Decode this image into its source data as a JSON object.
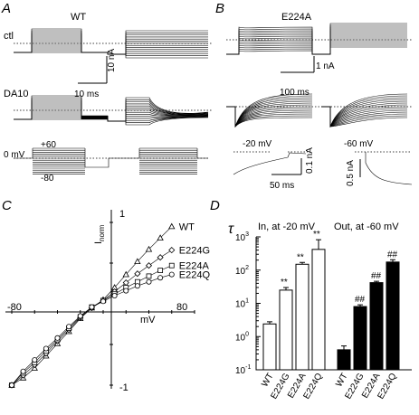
{
  "panels": {
    "A": {
      "letter": "A",
      "title": "WT",
      "row1_label": "ctl",
      "row2_label": "DA10",
      "scale_current": "10 nA",
      "scale_time": "10 ms",
      "protocol": {
        "zero_label": "0 mV",
        "top_label": "+60",
        "bottom_label": "-80"
      }
    },
    "B": {
      "letter": "B",
      "title": "E224A",
      "scale_current": "1 nA",
      "scale_time": "100 ms",
      "inset_left": {
        "label": "-20 mV",
        "scale_current": "0.1 nA",
        "scale_time": "50 ms"
      },
      "inset_right": {
        "label": "-60 mV",
        "scale_current": "0.5 nA"
      }
    },
    "C": {
      "letter": "C",
      "y_top": "1",
      "y_bottom": "-1",
      "x_left": "-80",
      "x_right": "80",
      "x_label": "mV",
      "y_label_main": "I",
      "y_label_sub": "norm"
    },
    "D": {
      "letter": "D",
      "tau_symbol": "τ",
      "group_in_label": "In, at -20 mV",
      "group_out_label": "Out, at -60 mV",
      "y_ticks": [
        {
          "base": "10",
          "exp": "-1"
        },
        {
          "base": "10",
          "exp": "0"
        },
        {
          "base": "10",
          "exp": "1"
        },
        {
          "base": "10",
          "exp": "2"
        },
        {
          "base": "10",
          "exp": "3"
        }
      ]
    }
  },
  "iv_curves": {
    "x_range": [
      -80,
      80
    ],
    "y_range": [
      -1,
      1
    ],
    "series": [
      {
        "name": "WT",
        "marker": "triangle",
        "points": [
          [
            -80,
            -1.0
          ],
          [
            -70,
            -0.91
          ],
          [
            -60,
            -0.79
          ],
          [
            -50,
            -0.64
          ],
          [
            -40,
            -0.49
          ],
          [
            -30,
            -0.34
          ],
          [
            -20,
            -0.18
          ],
          [
            -10,
            -0.05
          ],
          [
            0,
            0.05
          ],
          [
            10,
            0.2
          ],
          [
            20,
            0.36
          ],
          [
            30,
            0.52
          ],
          [
            40,
            0.67
          ],
          [
            50,
            0.81
          ],
          [
            60,
            0.95
          ]
        ]
      },
      {
        "name": "E224G",
        "marker": "diamond",
        "points": [
          [
            -80,
            -1.0
          ],
          [
            -70,
            -0.88
          ],
          [
            -60,
            -0.75
          ],
          [
            -50,
            -0.61
          ],
          [
            -40,
            -0.46
          ],
          [
            -30,
            -0.32
          ],
          [
            -20,
            -0.17
          ],
          [
            -10,
            -0.05
          ],
          [
            0,
            0.04
          ],
          [
            10,
            0.15
          ],
          [
            20,
            0.26
          ],
          [
            30,
            0.37
          ],
          [
            40,
            0.47
          ],
          [
            50,
            0.57
          ],
          [
            60,
            0.66
          ]
        ]
      },
      {
        "name": "E224A",
        "marker": "square",
        "points": [
          [
            -80,
            -1.0
          ],
          [
            -70,
            -0.85
          ],
          [
            -60,
            -0.72
          ],
          [
            -50,
            -0.58
          ],
          [
            -40,
            -0.44
          ],
          [
            -30,
            -0.3
          ],
          [
            -20,
            -0.16
          ],
          [
            -10,
            -0.04
          ],
          [
            0,
            0.04
          ],
          [
            10,
            0.12
          ],
          [
            20,
            0.2
          ],
          [
            30,
            0.27
          ],
          [
            40,
            0.34
          ],
          [
            50,
            0.41
          ],
          [
            60,
            0.47
          ]
        ]
      },
      {
        "name": "E224Q",
        "marker": "circle",
        "points": [
          [
            -80,
            -1.0
          ],
          [
            -70,
            -0.83
          ],
          [
            -60,
            -0.69
          ],
          [
            -50,
            -0.55
          ],
          [
            -40,
            -0.42
          ],
          [
            -30,
            -0.28
          ],
          [
            -20,
            -0.15
          ],
          [
            -10,
            -0.04
          ],
          [
            0,
            0.03
          ],
          [
            10,
            0.1
          ],
          [
            20,
            0.16
          ],
          [
            30,
            0.22
          ],
          [
            40,
            0.27
          ],
          [
            50,
            0.32
          ],
          [
            60,
            0.36
          ]
        ]
      }
    ]
  },
  "chart_data": {
    "type": "bar",
    "y_scale": "log",
    "ylim": [
      0.1,
      1000
    ],
    "groups": [
      {
        "name": "In, at -20 mV",
        "fill": "#ffffff",
        "categories": [
          "WT",
          "E224G",
          "E224A",
          "E224Q"
        ],
        "values": [
          2.4,
          25,
          150,
          420
        ],
        "errors": [
          0.4,
          5,
          20,
          400
        ],
        "significance": [
          "",
          "**",
          "**",
          "**"
        ]
      },
      {
        "name": "Out, at -60 mV",
        "fill": "#000000",
        "categories": [
          "WT",
          "E224G",
          "E224A",
          "E224Q"
        ],
        "values": [
          0.4,
          8,
          42,
          175
        ],
        "errors": [
          0.12,
          1,
          4,
          30
        ],
        "significance": [
          "",
          "##",
          "##",
          "##"
        ]
      }
    ]
  }
}
